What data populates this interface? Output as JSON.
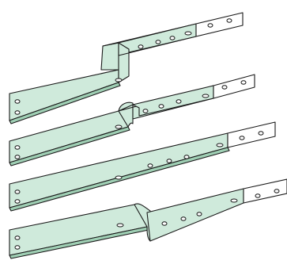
{
  "colors": {
    "bar_face": "#cfeadb",
    "bar_edge": "#9fcfb4",
    "tab_face": "#ffffff",
    "outline": "#1a1a1a",
    "background": "#ffffff"
  },
  "illustration": {
    "subject": "bus-bar-set",
    "items": [
      {
        "id": "bar-1",
        "shape": "offset-step",
        "holes": 8
      },
      {
        "id": "bar-2",
        "shape": "offset-bend",
        "holes": 9
      },
      {
        "id": "bar-3",
        "shape": "straight",
        "holes": 9
      },
      {
        "id": "bar-4",
        "shape": "offset-bend",
        "holes": 9
      }
    ]
  }
}
